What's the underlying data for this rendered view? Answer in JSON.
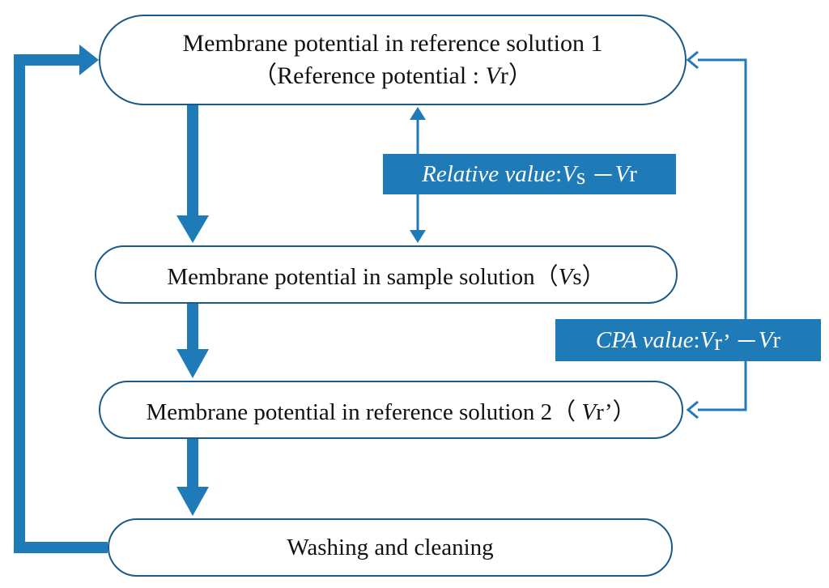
{
  "nodes": {
    "ref1": {
      "line1": "Membrane potential in reference solution 1",
      "line2_prefix": "（Reference potential : ",
      "line2_var": "V",
      "line2_suffix": "r）"
    },
    "sample": {
      "prefix": "Membrane potential in sample solution（",
      "var": "V",
      "suffix": "s）"
    },
    "ref2": {
      "prefix": "Membrane potential in reference solution 2（ ",
      "var": "V",
      "suffix": "r’）"
    },
    "wash": {
      "label": "Washing and cleaning"
    }
  },
  "tags": {
    "relative": {
      "label": "Relative value",
      "sep": " :",
      "v1": "V",
      "s1": "s － ",
      "v2": "V",
      "s2": "r"
    },
    "cpa": {
      "label": "CPA value",
      "sep": " : ",
      "v1": "V",
      "s1": "r’ －",
      "v2": "V",
      "s2": "r"
    }
  },
  "colors": {
    "accent": "#1f7ab8",
    "border": "#1a5a8a",
    "text": "#111111"
  }
}
